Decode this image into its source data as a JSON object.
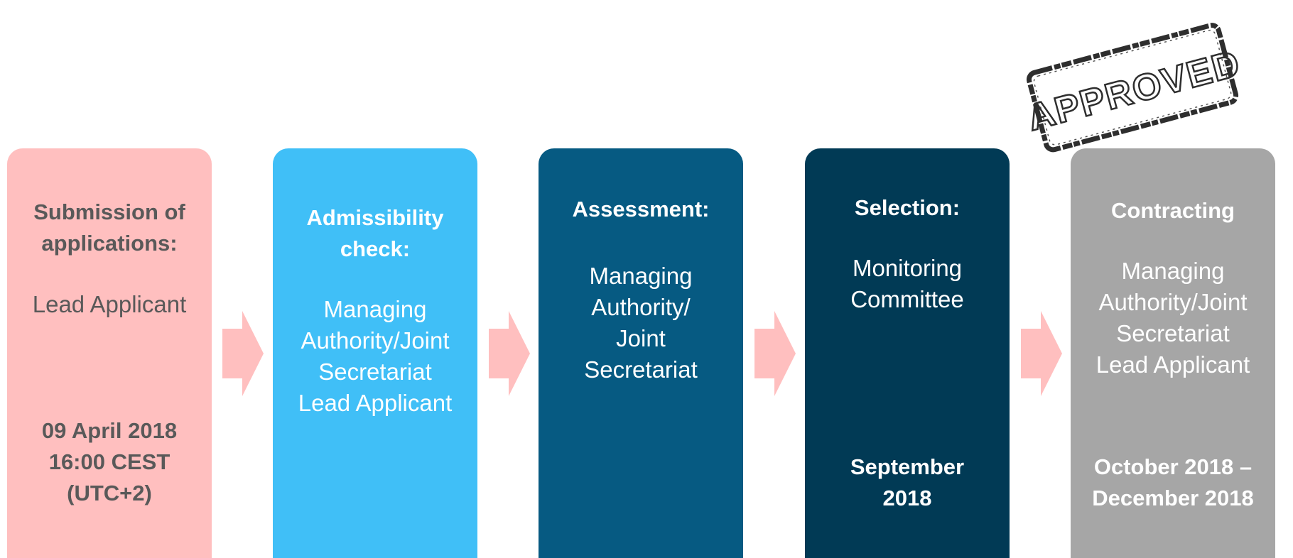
{
  "steps": [
    {
      "title": "Submission of applications:",
      "body": [
        "Lead Applicant"
      ],
      "date": [
        "09 April 2018",
        "16:00 CEST",
        "(UTC+2)"
      ]
    },
    {
      "title": "Admissibility check:",
      "body": [
        "Managing",
        "Authority/Joint",
        "Secretariat",
        "Lead Applicant"
      ],
      "date": []
    },
    {
      "title": "Assessment:",
      "body": [
        "Managing",
        "Authority/",
        "Joint",
        "Secretariat"
      ],
      "date": []
    },
    {
      "title": "Selection:",
      "body": [
        "Monitoring",
        "Committee"
      ],
      "date": [
        "September",
        "2018"
      ]
    },
    {
      "title": "Contracting",
      "body": [
        "Managing",
        "Authority/Joint",
        "Secretariat",
        "Lead Applicant"
      ],
      "date": [
        "October 2018 –",
        "December 2018"
      ]
    }
  ],
  "stamp": {
    "text": "APPROVED"
  },
  "colors": {
    "step1": "#ffbfbf",
    "step2": "#40bff7",
    "step3": "#065a82",
    "step4": "#013a55",
    "step5": "#a6a6a6",
    "arrow": "#ffbfbf"
  }
}
